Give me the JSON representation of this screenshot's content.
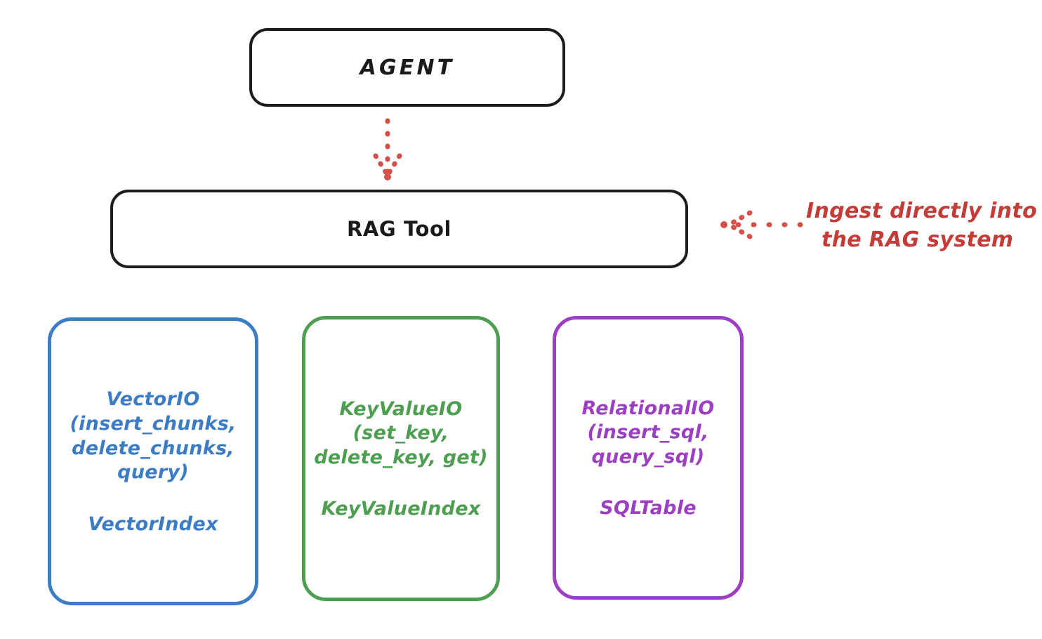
{
  "diagram": {
    "title": "RAG Tool Architecture",
    "style": "hand-drawn whiteboard sketch",
    "background_color": "#ffffff"
  },
  "nodes": {
    "agent": {
      "label": "AGENT",
      "color": "#1b1b1b"
    },
    "rag_tool": {
      "label": "RAG Tool",
      "color": "#1b1b1b"
    },
    "vector_io": {
      "color": "#3b7cc4",
      "interface_lines": [
        "VectorIO",
        "(insert_chunks,",
        "delete_chunks,",
        "query)"
      ],
      "index_label": "VectorIndex"
    },
    "key_value_io": {
      "color": "#4e9e51",
      "interface_lines": [
        "KeyValueIO",
        "(set_key,",
        "delete_key, get)"
      ],
      "index_label": "KeyValueIndex"
    },
    "relational_io": {
      "color": "#9c3fc2",
      "interface_lines": [
        "RelationalIO",
        "(insert_sql,",
        "query_sql)"
      ],
      "index_label": "SQLTable"
    }
  },
  "connectors": {
    "agent_to_rag_tool": {
      "style": "dotted",
      "color": "#d6504a",
      "direction": "down",
      "from": "agent",
      "to": "rag_tool"
    },
    "ingest_arrow": {
      "style": "dotted",
      "color": "#d6504a",
      "direction": "left",
      "from": "annotation",
      "to": "rag_tool"
    }
  },
  "annotation": {
    "color": "#c43c38",
    "lines": [
      "Ingest directly into",
      "the RAG system"
    ],
    "full_text": "Ingest directly into the RAG system"
  }
}
